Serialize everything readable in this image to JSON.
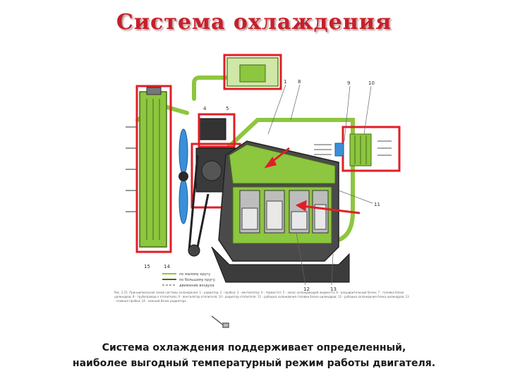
{
  "slide": {
    "title": "Система охлаждения",
    "subtitle_line1": "Система охлаждения поддерживает определенный,",
    "subtitle_line2": "наиболее выгодный температурный режим работы двигателя."
  },
  "diagram": {
    "callouts": [
      "1",
      "4",
      "5",
      "8",
      "9",
      "10",
      "11",
      "12",
      "13",
      "14",
      "15"
    ],
    "legend": [
      "по малому кругу",
      "по большому кругу",
      "движение воздуха"
    ],
    "caption": "Рис. 2.15. Принципиальная схема системы охлаждения: 1 - радиатор; 2 - пробка; 3 - вентилятор; 4 - термостат; 5 - насос охлаждающей жидкости; 6 - расширительный бачок; 7 - головка блока цилиндров; 8 - трубопровод к отопителю; 9 - вентилятор отопителя; 10 - радиатор отопителя; 11 - рубашка охлаждения головки блока цилиндров; 12 - рубашка охлаждения блока цилиндров; 13 - сливная пробка; 14 - нижний бачок радиатора"
  },
  "colors": {
    "title": "#c81e2a",
    "coolant": "#8dc63f",
    "highlight": "#e01f26",
    "engine": "#4a4a4a",
    "fan": "#3b8fd9"
  }
}
